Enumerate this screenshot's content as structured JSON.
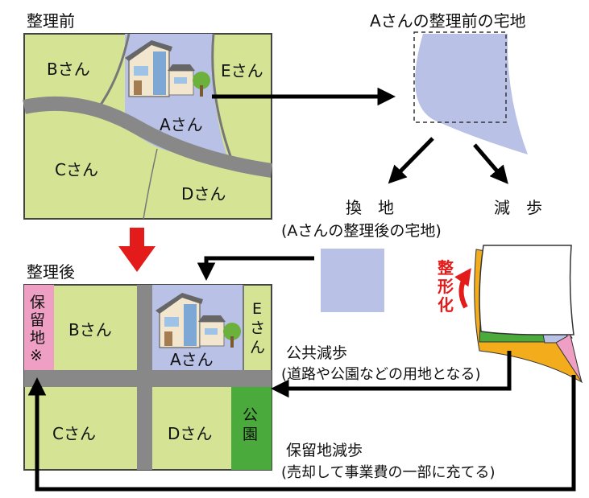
{
  "before": {
    "title": "整理前",
    "lot_a": "Aさん",
    "lot_b": "Bさん",
    "lot_c": "Cさん",
    "lot_d": "Dさん",
    "lot_e": "Eさん"
  },
  "lot_a_before": {
    "title": "Aさんの整理前の宅地"
  },
  "split": {
    "kanchi": "換　地",
    "kanchi_note": "(Aさんの整理後の宅地)",
    "genpo": "減　歩"
  },
  "seikeika": "整形化",
  "after": {
    "title": "整理後",
    "lot_a": "Aさん",
    "lot_b": "Bさん",
    "lot_c": "Cさん",
    "lot_d": "Dさん",
    "lot_e": "Eさん",
    "hoyuchi": "保留地※",
    "koen": "公園"
  },
  "public_genpo": {
    "title": "公共減歩",
    "note": "(道路や公園などの用地となる)"
  },
  "reserve_genpo": {
    "title": "保留地減歩",
    "note": "(売却して事業費の一部に充てる)"
  },
  "colors": {
    "lot_green": "#d5e394",
    "lot_a_blue": "#b9c2e6",
    "road_gray": "#8a8a8a",
    "park_green": "#4aab3c",
    "reserve_pink": "#ee9fc3",
    "arrow_red": "#e31b1b",
    "orange": "#f3ac1c"
  }
}
